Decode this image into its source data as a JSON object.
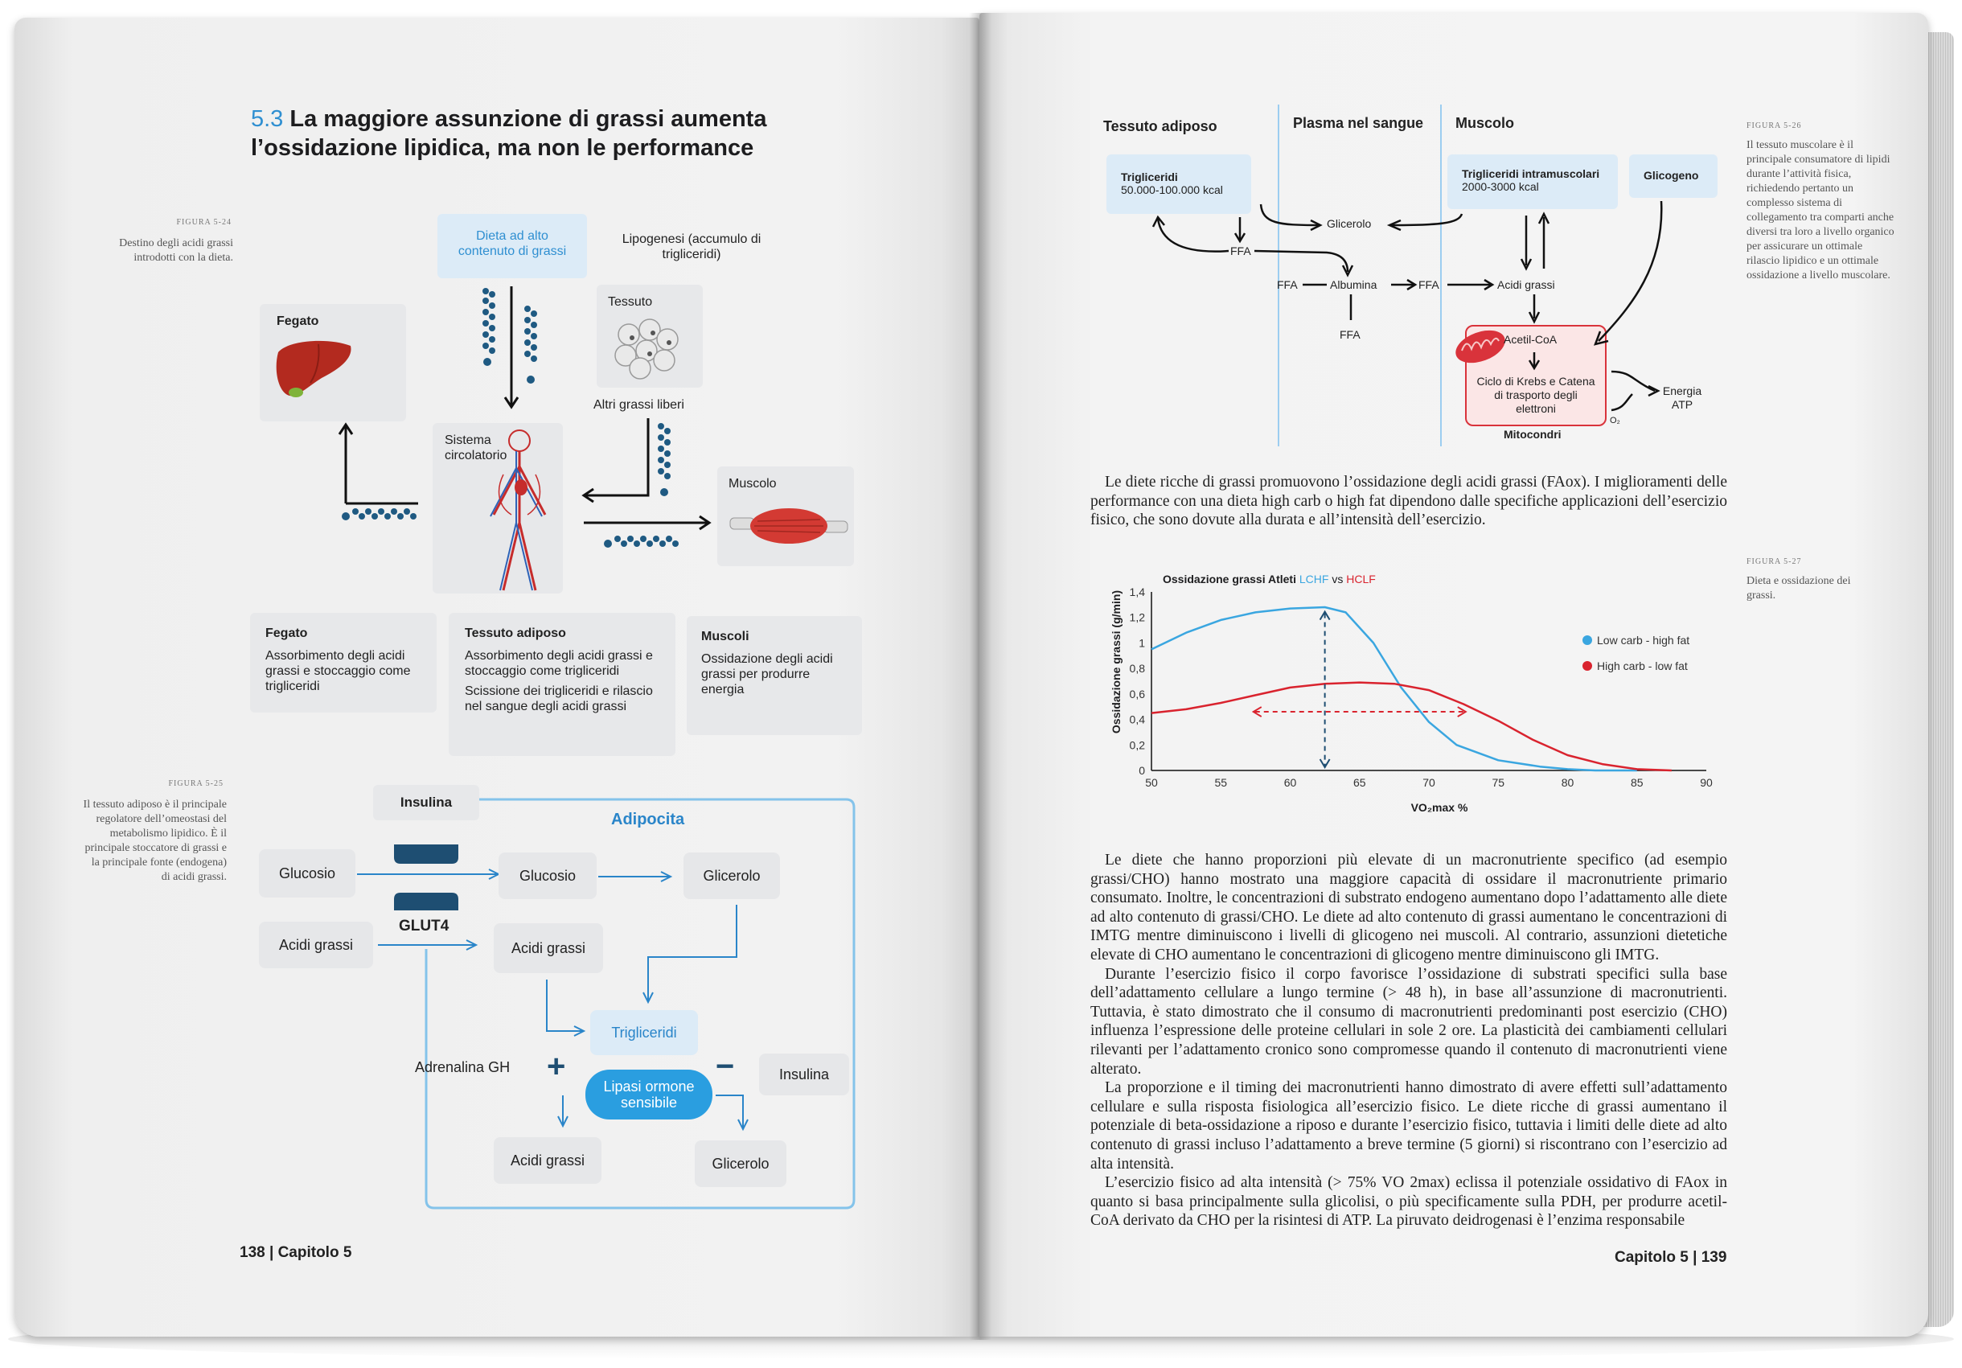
{
  "left_page": {
    "section_number": "5.3",
    "section_title_line1": "La maggiore assunzione di grassi aumenta",
    "section_title_line2": "l’ossidazione lipidica, ma non le performance",
    "fig24_label": "FIGURA 5-24",
    "fig24_caption": "Destino degli acidi grassi introdotti con la dieta.",
    "fig24": {
      "diet_box": "Dieta ad alto contenuto di grassi",
      "lipogenesis": "Lipogenesi (accumulo di trigliceridi)",
      "tissue": "Tessuto",
      "other_fats": "Altri grassi liberi",
      "liver": "Fegato",
      "circulatory": "Sistema circolatorio",
      "muscle": "Muscolo",
      "card_liver_title": "Fegato",
      "card_liver_text": "Assorbimento degli acidi grassi e stoccaggio come trigliceridi",
      "card_adipose_title": "Tessuto adiposo",
      "card_adipose_text1": "Assorbimento degli acidi grassi e stoccaggio come trigliceridi",
      "card_adipose_text2": "Scissione dei trigliceridi e rilascio nel sangue degli acidi grassi",
      "card_muscle_title": "Muscoli",
      "card_muscle_text": "Ossidazione degli acidi grassi per produrre energia"
    },
    "fig25_label": "FIGURA 5-25",
    "fig25_caption": "Il tessuto adiposo è il principale regolatore dell’omeostasi del metabolismo lipidico. È il principale stoccatore di grassi e la principale fonte (endogena) di acidi grassi.",
    "fig25": {
      "insulin_top": "Insulina",
      "adipocyte": "Adipocita",
      "glucose_out": "Glucosio",
      "glut4": "GLUT4",
      "glucose_in": "Glucosio",
      "glycerol_top": "Glicerolo",
      "fatty_acids_out": "Acidi grassi",
      "fatty_acids_in": "Acidi grassi",
      "triglycerides": "Trigliceridi",
      "adrenaline": "Adrenalina GH",
      "plus": "+",
      "lipase": "Lipasi ormone sensibile",
      "minus": "−",
      "insulin_right": "Insulina",
      "fatty_acids_bottom": "Acidi grassi",
      "glycerol_bottom": "Glicerolo"
    },
    "footer": "138 | Capitolo 5"
  },
  "right_page": {
    "fig26_label": "FIGURA 5-26",
    "fig26_caption": "Il tessuto muscolare è il principale consumatore di lipidi durante l’attività fisica, richiedendo pertanto un complesso sistema di collegamento tra comparti anche diversi tra loro a livello organico per assicurare un ottimale rilascio lipidico e un ottimale ossidazione a livello muscolare.",
    "fig26": {
      "col_adipose": "Tessuto adiposo",
      "col_plasma": "Plasma nel sangue",
      "col_muscle": "Muscolo",
      "triglycerides": "Trigliceridi",
      "triglycerides_kcal": "50.000-100.000 kcal",
      "glycerol": "Glicerolo",
      "imtg": "Trigliceridi intramuscolari",
      "imtg_kcal": "2000-3000 kcal",
      "glycogen": "Glicogeno",
      "ffa1": "FFA",
      "ffa2": "FFA",
      "albumin": "Albumina",
      "ffa3": "FFA",
      "ffa4": "FFA",
      "fatty_acids": "Acidi grassi",
      "acetyl": "Acetil-CoA",
      "krebs": "Ciclo di Krebs e Catena di trasporto degli elettroni",
      "mito": "Mitocondri",
      "energy": "Energia ATP",
      "o2": "O₂"
    },
    "para1": "Le diete ricche di grassi promuovono l’ossidazione degli acidi grassi (FAox). I miglioramenti delle performance con una dieta high carb o high fat dipendono dalle specifiche applicazioni dell’esercizio fisico, che sono dovute alla durata e all’intensità dell’esercizio.",
    "fig27_label": "FIGURA 5-27",
    "fig27_caption": "Dieta e ossidazione dei grassi.",
    "body_paragraphs": [
      "Le diete che hanno proporzioni più elevate di un macronutriente specifico (ad esempio grassi/CHO) hanno mostrato una maggiore capacità di ossidare il macronutriente primario consumato. Inoltre, le concentrazioni di substrato endogeno aumentano dopo l’adattamento alle diete ad alto contenuto di grassi/CHO. Le diete ad alto contenuto di grassi aumentano le concentrazioni di IMTG mentre diminuiscono i livelli di glicogeno nei muscoli. Al contrario, assunzioni dietetiche elevate di CHO aumentano le concentrazioni di glicogeno mentre diminuiscono gli IMTG.",
      "Durante l’esercizio fisico il corpo favorisce l’ossidazione di substrati specifici sulla base dell’adattamento cellulare a lungo termine (> 48 h), in base all’assunzione di macronutrienti. Tuttavia, è stato dimostrato che il consumo di macronutrienti predominanti post esercizio (CHO) influenza l’espressione delle proteine cellulari in sole 2 ore. La plasticità dei cambiamenti cellulari rilevanti per l’adattamento cronico sono compromesse quando il contenuto di macronutrienti viene alterato.",
      "La proporzione e il timing dei macronutrienti hanno dimostrato di avere effetti sull’adattamento cellulare e sulla risposta fisiologica all’esercizio fisico. Le diete ricche di grassi aumentano il potenziale di beta-ossidazione a riposo e durante l’esercizio fisico, tuttavia i limiti delle diete ad alto contenuto di grassi incluso l’adattamento a breve termine (5 giorni) si riscontrano con l’esercizio ad alta intensità.",
      "L’esercizio fisico ad alta intensità (> 75% VO 2max) eclissa il potenziale ossidativo di FAox in quanto si basa principalmente sulla glicolisi, o più specificamente sulla PDH, per produrre acetil-CoA derivato da CHO per la risintesi di ATP. La piruvato deidrogenasi è l’enzima responsabile"
    ],
    "footer": "Capitolo 5 | 139"
  },
  "chart_data": {
    "type": "line",
    "title_prefix": "Ossidazione grassi Atleti",
    "title_lchf": "LCHF",
    "title_vs": "vs",
    "title_hclf": "HCLF",
    "xlabel": "VO₂max %",
    "ylabel": "Ossidazione grassi (g/min)",
    "xlim": [
      50,
      90
    ],
    "ylim": [
      0,
      1.4
    ],
    "x_ticks": [
      "50",
      "55",
      "60",
      "65",
      "70",
      "75",
      "80",
      "85",
      "90"
    ],
    "y_ticks": [
      "0",
      "0,2",
      "0,4",
      "0,6",
      "0,8",
      "1",
      "1,2",
      "1,4"
    ],
    "series": [
      {
        "name": "Low carb - high fat",
        "color": "#3aa6e0",
        "x": [
          50,
          52.5,
          55,
          57.5,
          60,
          62.5,
          64,
          66,
          68,
          70,
          72,
          75,
          78,
          80,
          82,
          85
        ],
        "y": [
          0.95,
          1.08,
          1.18,
          1.24,
          1.27,
          1.28,
          1.24,
          1.0,
          0.65,
          0.38,
          0.2,
          0.08,
          0.03,
          0.01,
          0.0,
          0.0
        ]
      },
      {
        "name": "High carb - low fat",
        "color": "#d9232e",
        "x": [
          50,
          52.5,
          55,
          57.5,
          60,
          62.5,
          65,
          67.5,
          70,
          72.5,
          75,
          77.5,
          80,
          82.5,
          85,
          87.5
        ],
        "y": [
          0.45,
          0.48,
          0.53,
          0.59,
          0.65,
          0.68,
          0.69,
          0.68,
          0.63,
          0.52,
          0.39,
          0.24,
          0.12,
          0.05,
          0.01,
          0.0
        ]
      }
    ],
    "legend_position": "right"
  }
}
